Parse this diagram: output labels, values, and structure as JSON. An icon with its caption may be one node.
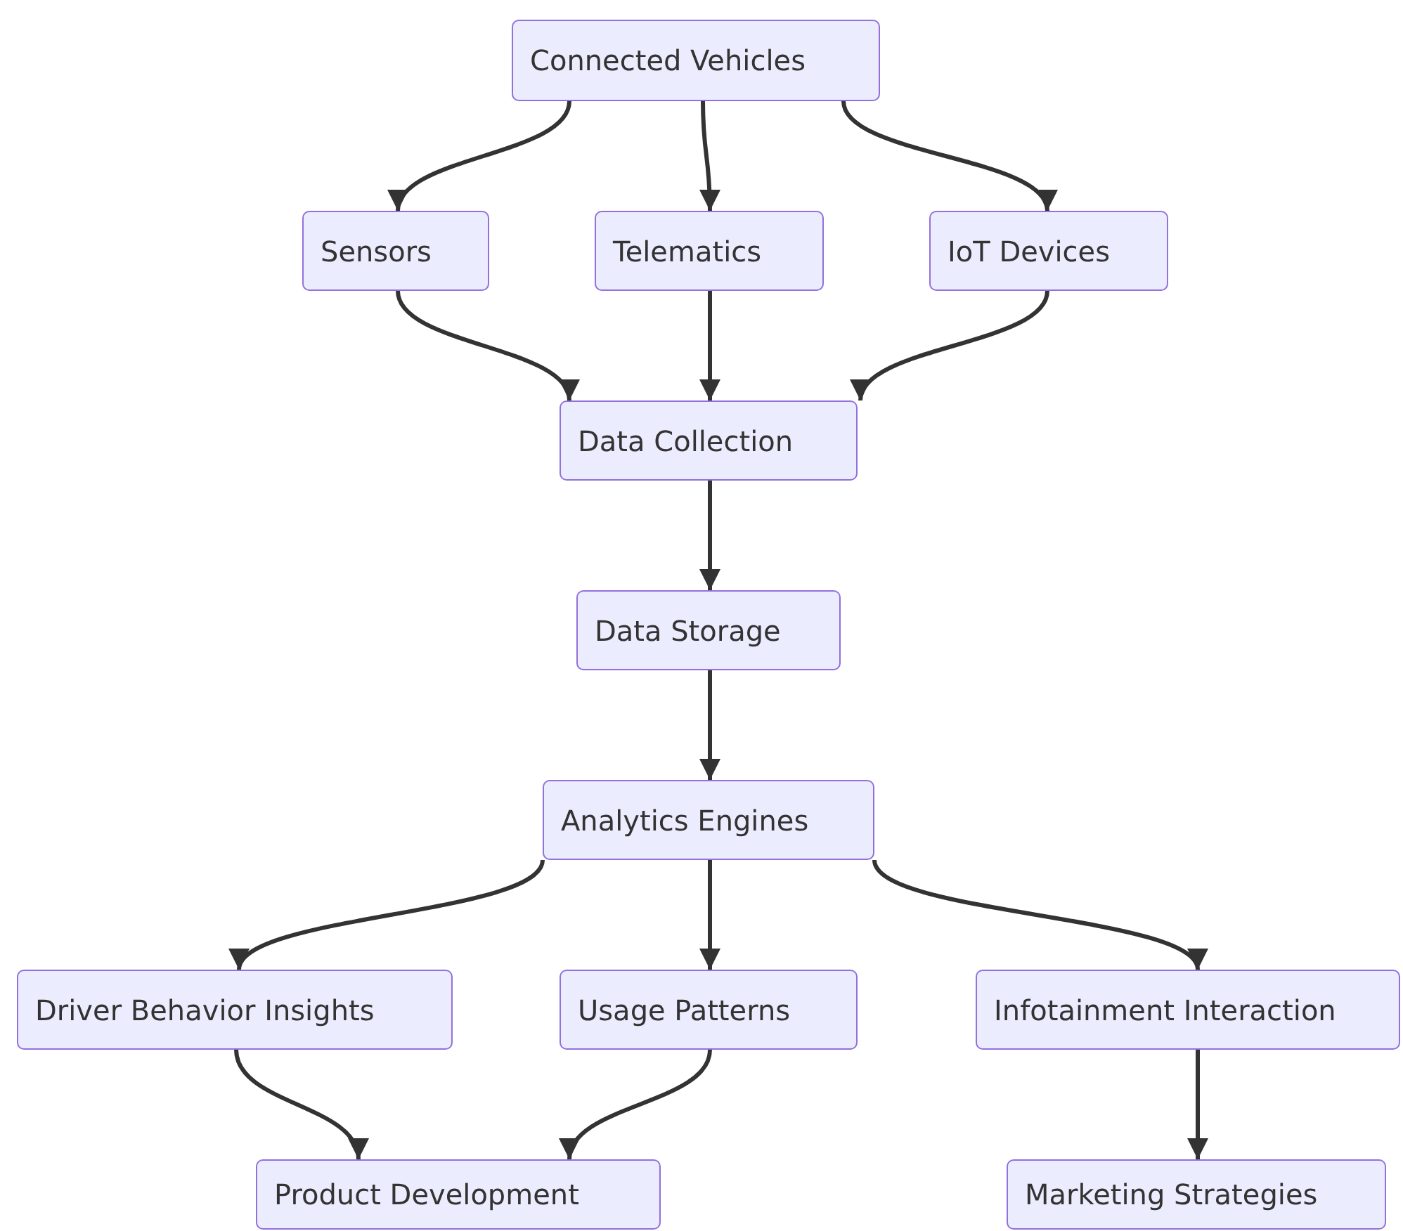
{
  "diagram": {
    "nodes": [
      {
        "text": [
          "Connected Vehicles"
        ]
      },
      {
        "text": [
          "Sensors"
        ]
      },
      {
        "text": [
          "Telematics"
        ]
      },
      {
        "text": [
          "IoT Devices"
        ]
      },
      {
        "text": [
          "Data Collection"
        ]
      },
      {
        "text": [
          "Data Storage"
        ]
      },
      {
        "text": [
          "Analytics Engines"
        ]
      },
      {
        "text": [
          "Driver Behavior Insights"
        ]
      },
      {
        "text": [
          "Usage Patterns"
        ]
      },
      {
        "text": [
          "Infotainment Interaction"
        ]
      },
      {
        "text": [
          "Product Development"
        ]
      },
      {
        "text": [
          "Marketing Strategies"
        ]
      }
    ],
    "edges": [
      {
        "from": 0,
        "to": 1,
        "arrow": "to"
      },
      {
        "from": 0,
        "to": 2,
        "arrow": "to"
      },
      {
        "from": 0,
        "to": 3,
        "arrow": "to"
      },
      {
        "from": 1,
        "to": 4,
        "arrow": "to"
      },
      {
        "from": 2,
        "to": 4,
        "arrow": "to"
      },
      {
        "from": 3,
        "to": 4,
        "arrow": "to"
      },
      {
        "from": 4,
        "to": 5,
        "arrow": "to"
      },
      {
        "from": 5,
        "to": 6,
        "arrow": "to"
      },
      {
        "from": 6,
        "to": 7,
        "arrow": "to"
      },
      {
        "from": 6,
        "to": 8,
        "arrow": "to"
      },
      {
        "from": 6,
        "to": 9,
        "arrow": "to"
      },
      {
        "from": 7,
        "to": 10,
        "arrow": "to"
      },
      {
        "from": 8,
        "to": 10,
        "arrow": "to"
      },
      {
        "from": 9,
        "to": 11,
        "arrow": "to"
      }
    ]
  }
}
